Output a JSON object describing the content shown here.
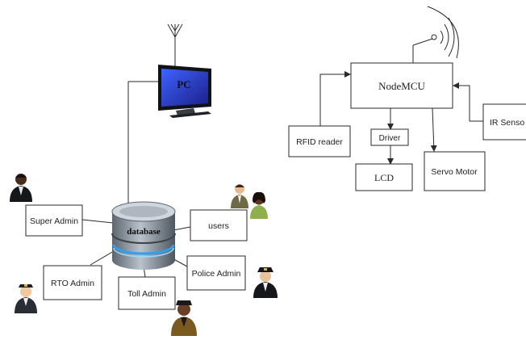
{
  "left_system": {
    "pc_label": "PC",
    "database_label": "database",
    "nodes": {
      "super_admin": "Super Admin",
      "users": "users",
      "rto_admin": "RTO Admin",
      "police_admin": "Police Admin",
      "toll_admin": "Toll Admin"
    }
  },
  "right_system": {
    "nodemcu": "NodeMCU",
    "rfid_reader": "RFID reader",
    "ir_sensor": "IR Senso",
    "driver": "Driver",
    "lcd": "LCD",
    "servo_motor": "Servo Motor"
  },
  "colors": {
    "line": "#2a2a2a",
    "db_body": "#8f9aa5",
    "db_ring": "#2f9ff0",
    "monitor_screen": "#2a3cc8"
  },
  "icons": [
    "antenna-icon",
    "monitor-icon",
    "database-icon",
    "person-icon",
    "wifi-signal-icon"
  ]
}
